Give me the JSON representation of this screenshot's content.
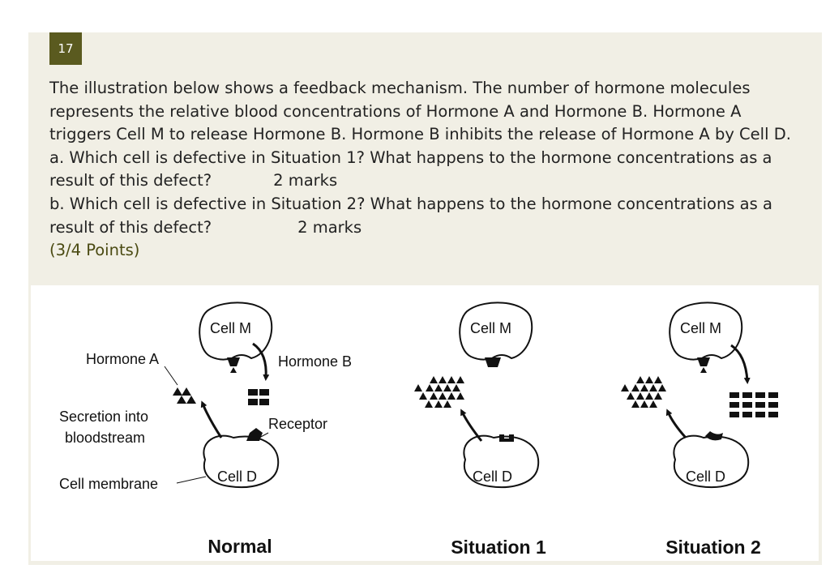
{
  "question": {
    "number": "17",
    "lines": [
      "The illustration below shows a feedback mechanism. The number of hormone molecules",
      "represents the relative blood concentrations of Hormone A and Hormone B. Hormone A",
      "triggers Cell M to release Hormone B. Hormone B inhibits the release of Hormone A by Cell D.",
      "a. Which cell is defective in Situation 1? What happens to the hormone concentrations as a"
    ],
    "line_a_end": "result of this defect?",
    "marks_a": "2 marks",
    "line_b": "b. Which cell is defective in Situation 2? What happens to the hormone concentrations as a",
    "line_b_end": "result of this defect?",
    "marks_b": "2 marks",
    "points": "(3/4 Points)"
  },
  "figure": {
    "labels": {
      "cell_m": "Cell M",
      "cell_d": "Cell D",
      "hormone_a": "Hormone A",
      "hormone_b": "Hormone B",
      "secretion_1": "Secretion into",
      "secretion_2": "bloodstream",
      "receptor": "Receptor",
      "cell_membrane": "Cell membrane"
    },
    "panels": [
      "Normal",
      "Situation 1",
      "Situation 2"
    ]
  }
}
